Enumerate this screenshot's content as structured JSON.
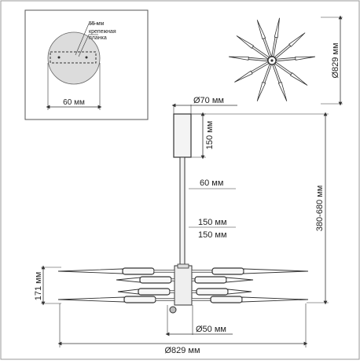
{
  "mount_plate": {
    "bracket_size": "55 мм",
    "bracket_label_line1": "крепежная",
    "bracket_label_line2": "планка",
    "plate_width": "60 мм"
  },
  "top_view": {
    "diameter": "Ø829 мм"
  },
  "side_view": {
    "canopy_diameter": "Ø70 мм",
    "canopy_height": "150 мм",
    "rod_1": "60 мм",
    "rod_2": "150 мм",
    "rod_3": "150 мм",
    "total_height": "380-680 мм",
    "body_height": "171 мм",
    "hub_diameter": "Ø50 мм",
    "overall_diameter": "Ø829 мм"
  }
}
